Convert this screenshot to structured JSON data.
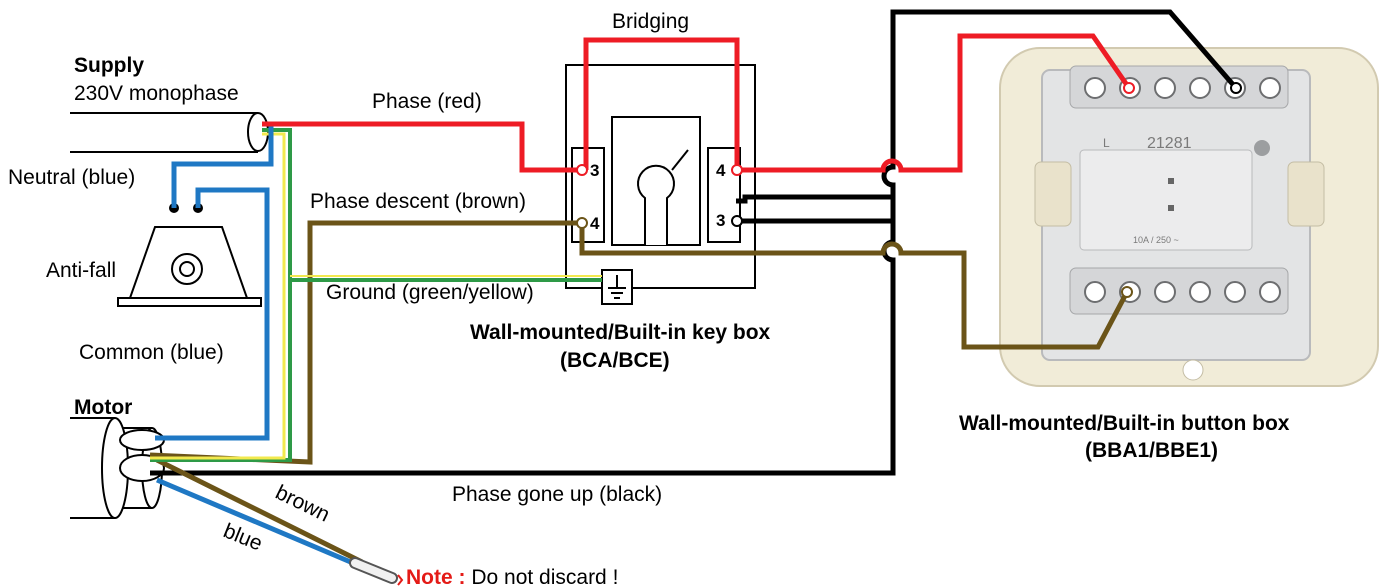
{
  "labels": {
    "supply_title": "Supply",
    "supply_sub": "230V monophase",
    "phase_red": "Phase (red)",
    "bridging": "Bridging",
    "neutral": "Neutral (blue)",
    "phase_descent": "Phase descent (brown)",
    "anti_fall": "Anti-fall",
    "ground": "Ground (green/yellow)",
    "common": "Common (blue)",
    "key_box_line1": "Wall-mounted/Built-in key box",
    "key_box_line2": "(BCA/BCE)",
    "button_box_line1": "Wall-mounted/Built-in button box",
    "button_box_line2": "(BBA1/BBE1)",
    "motor": "Motor",
    "phase_up": "Phase gone up (black)",
    "brown": "brown",
    "blue": "blue",
    "note_keyword": "Note",
    "note_colon": " :",
    "note_text": " Do not discard !"
  },
  "key_box_terminals": {
    "left_top": "3",
    "left_bottom": "4",
    "right_top": "4",
    "right_bottom": "3"
  },
  "button_plate": {
    "model": "21281",
    "letter": "L",
    "rating": "10A / 250 ~"
  },
  "wire_colors": {
    "phase": "#ee1c25",
    "neutral": "#1f78c4",
    "earth_green": "#2e9a47",
    "earth_yellow": "#f2e94e",
    "brown": "#6b5418",
    "black": "#000000"
  }
}
